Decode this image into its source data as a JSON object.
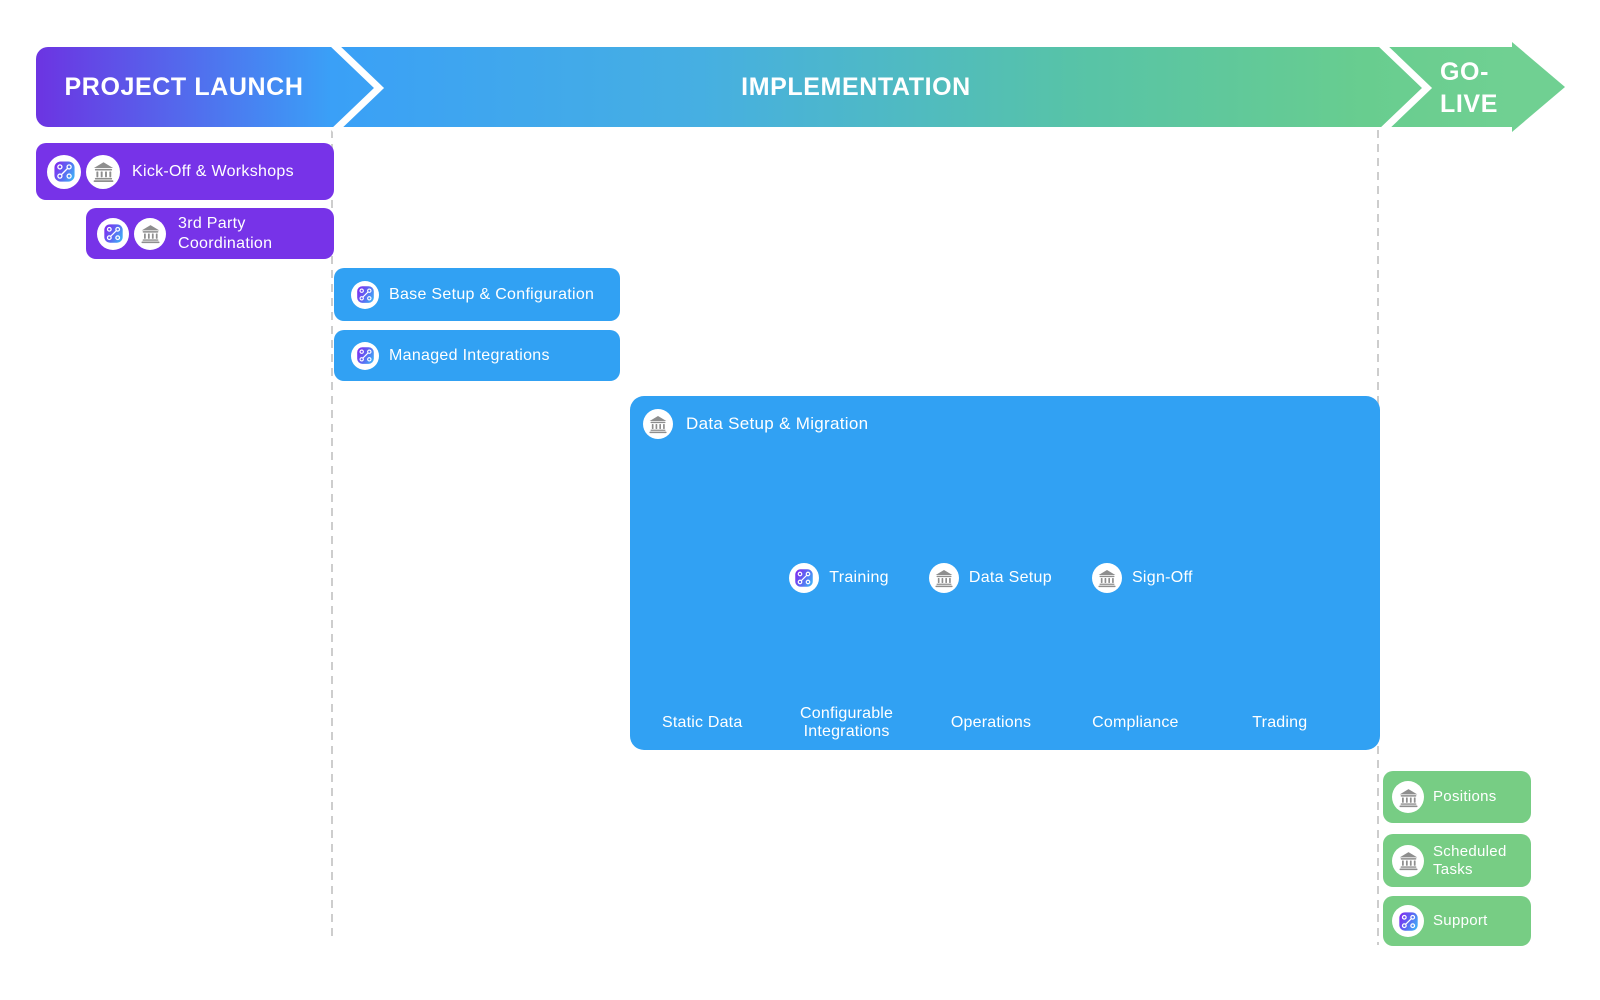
{
  "banner": {
    "phases": [
      {
        "id": "project-launch",
        "label": "PROJECT LAUNCH"
      },
      {
        "id": "implementation",
        "label": "IMPLEMENTATION"
      },
      {
        "id": "go-live",
        "line1": "GO-",
        "line2": "LIVE"
      }
    ]
  },
  "launch": {
    "kickoff": {
      "label": "Kick-Off & Workshops",
      "icons": [
        "logo-icon",
        "bank-icon"
      ]
    },
    "third_party": {
      "label": "3rd Party Coordination",
      "icons": [
        "logo-icon",
        "bank-icon"
      ]
    }
  },
  "implementation": {
    "base_setup": {
      "label": "Base Setup & Configuration",
      "icons": [
        "logo-icon"
      ]
    },
    "managed_integrations": {
      "label": "Managed Integrations",
      "icons": [
        "logo-icon"
      ]
    },
    "data_setup_migration": {
      "label": "Data Setup & Migration",
      "icon": "bank-icon",
      "milestones": [
        {
          "label": "Training",
          "icon": "logo-icon"
        },
        {
          "label": "Data Setup",
          "icon": "bank-icon"
        },
        {
          "label": "Sign-Off",
          "icon": "bank-icon"
        }
      ],
      "workstreams": [
        "Static Data",
        "Configurable Integrations",
        "Operations",
        "Compliance",
        "Trading"
      ]
    }
  },
  "go_live": {
    "items": [
      {
        "label": "Positions",
        "icon": "bank-icon"
      },
      {
        "label": "Scheduled Tasks",
        "icon": "bank-icon"
      },
      {
        "label": "Support",
        "icon": "logo-icon"
      }
    ]
  },
  "colors": {
    "purple_card": "#7733e8",
    "blue_card": "#31a1f3",
    "green_card": "#77cd84",
    "banner_purple": "#6c34e2",
    "banner_blue": "#3aa0f7",
    "banner_green": "#70d092",
    "dash_color": "#cdcdcd",
    "bank_gray": "#8e8e8e"
  }
}
